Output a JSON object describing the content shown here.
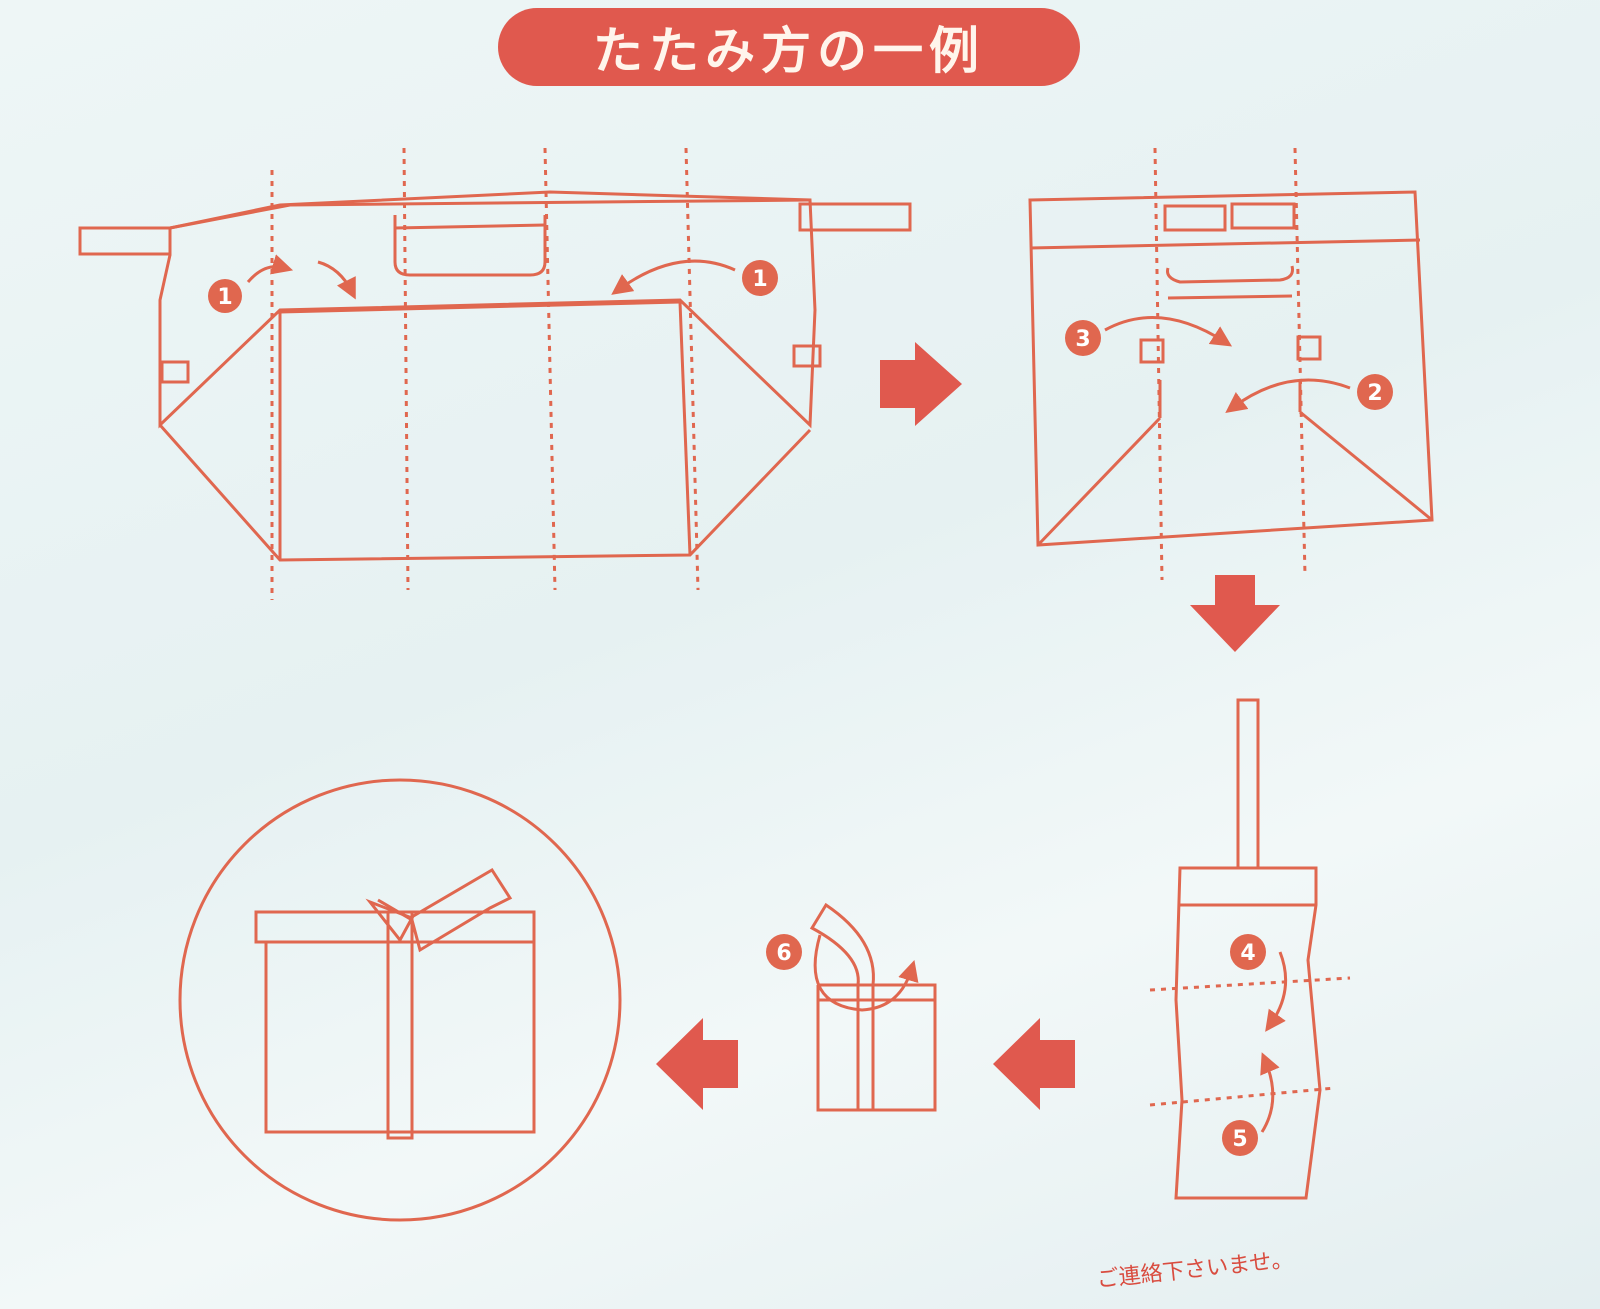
{
  "title": "たたみ方の一例",
  "step_numbers": [
    "1",
    "1",
    "2",
    "3",
    "4",
    "5",
    "6"
  ],
  "footer_text": "ご連絡下さいませ。",
  "colors": {
    "line": "#e0674f",
    "accent": "#e0594e",
    "title_text": "#fff5ec"
  }
}
